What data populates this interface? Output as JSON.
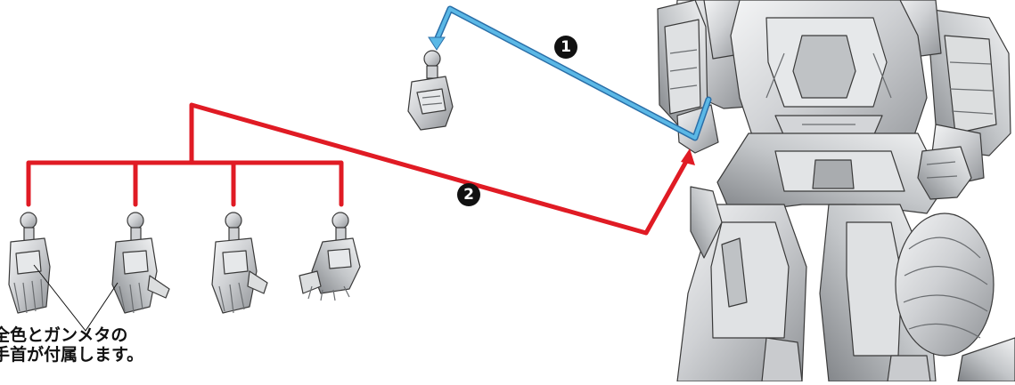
{
  "diagram": {
    "steps": [
      {
        "marker": "1",
        "description": "hand-swap-arrow"
      },
      {
        "marker": "2",
        "description": "hand-options-arrow"
      }
    ],
    "note_lines": [
      "全色とガンメタの",
      "手首が付属します。"
    ],
    "colors": {
      "arrow_step1": "#5bb8e6",
      "arrow_step2": "#e01b24",
      "figure_fill": "#cfd1d4",
      "figure_shade": "#8f9296",
      "figure_highlight": "#f2f3f4",
      "outline": "#3a3a3a"
    },
    "icons": {
      "robot": "robot-figure",
      "hand": "hand-part"
    }
  }
}
